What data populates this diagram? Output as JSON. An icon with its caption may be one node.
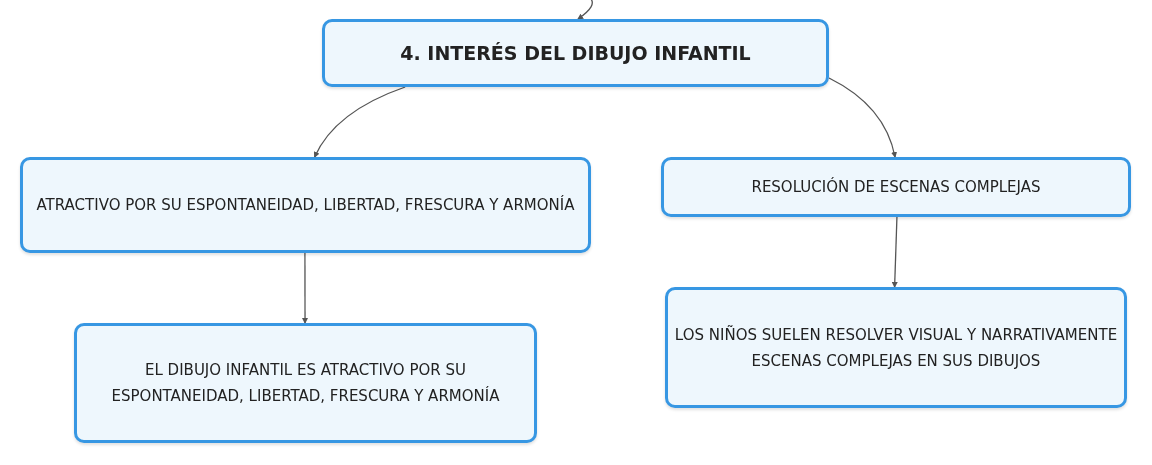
{
  "diagram": {
    "nodes": [
      {
        "text": [
          "4. INTERÉS DEL DIBUJO INFANTIL"
        ]
      },
      {
        "text": [
          "ATRACTIVO POR SU ESPONTANEIDAD, LIBERTAD, FRESCURA Y ARMONÍA"
        ]
      },
      {
        "text": [
          "EL DIBUJO INFANTIL ES ATRACTIVO POR SU ESPONTANEIDAD, LIBERTAD, FRESCURA Y ARMONÍA"
        ]
      },
      {
        "text": [
          "RESOLUCIÓN DE ESCENAS COMPLEJAS"
        ]
      },
      {
        "text": [
          "LOS NIÑOS SUELEN RESOLVER VISUAL Y NARRATIVAMENTE ESCENAS COMPLEJAS EN SUS DIBUJOS"
        ]
      }
    ],
    "edges": [
      {
        "from": null,
        "to": 0,
        "arrow": "to"
      },
      {
        "from": 0,
        "to": 1,
        "arrow": "to"
      },
      {
        "from": 1,
        "to": 2,
        "arrow": "to"
      },
      {
        "from": 0,
        "to": 3,
        "arrow": "to"
      },
      {
        "from": 3,
        "to": 4,
        "arrow": "to"
      }
    ]
  }
}
